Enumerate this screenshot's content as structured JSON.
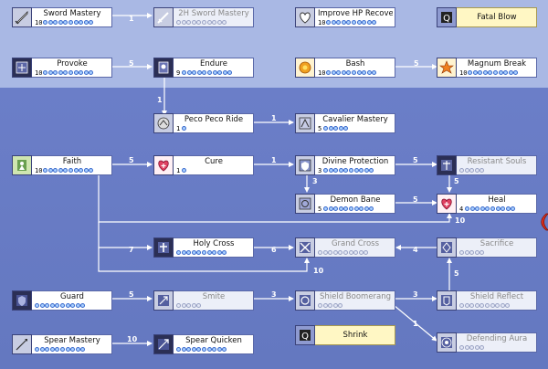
{
  "skills": [
    {
      "id": "sword-mastery",
      "name": "Sword Mastery",
      "level": "10",
      "max": 10,
      "state": "active",
      "icon": "sword-icon"
    },
    {
      "id": "2h-sword-mastery",
      "name": "2H Sword Mastery",
      "level": "",
      "max": 10,
      "state": "disabled",
      "icon": "two-hand-sword-icon"
    },
    {
      "id": "improve-hp-recovery",
      "name": "Improve HP Recovery",
      "level": "10",
      "max": 10,
      "state": "active",
      "icon": "heart-recovery-icon"
    },
    {
      "id": "fatal-blow",
      "name": "Fatal Blow",
      "level": "",
      "max": 0,
      "state": "quest",
      "icon": "quest-skill-icon"
    },
    {
      "id": "provoke",
      "name": "Provoke",
      "level": "10",
      "max": 10,
      "state": "active",
      "icon": "provoke-icon"
    },
    {
      "id": "endure",
      "name": "Endure",
      "level": "9",
      "max": 10,
      "state": "active",
      "icon": "endure-icon"
    },
    {
      "id": "bash",
      "name": "Bash",
      "level": "10",
      "max": 10,
      "state": "active",
      "icon": "bash-icon"
    },
    {
      "id": "magnum-break",
      "name": "Magnum Break",
      "level": "10",
      "max": 10,
      "state": "active",
      "icon": "magnum-break-icon"
    },
    {
      "id": "peco-peco-ride",
      "name": "Peco Peco Ride",
      "level": "1",
      "max": 1,
      "state": "active",
      "icon": "peco-ride-icon"
    },
    {
      "id": "cavalier-mastery",
      "name": "Cavalier Mastery",
      "level": "5",
      "max": 5,
      "state": "active",
      "icon": "cavalier-icon"
    },
    {
      "id": "faith",
      "name": "Faith",
      "level": "10",
      "max": 10,
      "state": "active",
      "icon": "faith-icon"
    },
    {
      "id": "cure",
      "name": "Cure",
      "level": "1",
      "max": 1,
      "state": "active",
      "icon": "cure-heart-icon"
    },
    {
      "id": "divine-protection",
      "name": "Divine Protection",
      "level": "3",
      "max": 10,
      "state": "active",
      "icon": "divine-protection-icon"
    },
    {
      "id": "resistant-souls",
      "name": "Resistant Souls",
      "level": "",
      "max": 5,
      "state": "disabled",
      "icon": "resistant-souls-icon"
    },
    {
      "id": "demon-bane",
      "name": "Demon Bane",
      "level": "5",
      "max": 10,
      "state": "active",
      "icon": "demon-bane-icon"
    },
    {
      "id": "heal",
      "name": "Heal",
      "level": "4",
      "max": 10,
      "state": "active",
      "icon": "heal-heart-icon"
    },
    {
      "id": "holy-cross",
      "name": "Holy Cross",
      "level": "",
      "max": 10,
      "state": "active",
      "icon": "holy-cross-icon"
    },
    {
      "id": "grand-cross",
      "name": "Grand Cross",
      "level": "",
      "max": 10,
      "state": "disabled",
      "icon": "grand-cross-icon"
    },
    {
      "id": "sacrifice",
      "name": "Sacrifice",
      "level": "",
      "max": 5,
      "state": "disabled",
      "icon": "sacrifice-icon"
    },
    {
      "id": "guard",
      "name": "Guard",
      "level": "",
      "max": 10,
      "state": "active",
      "icon": "guard-icon"
    },
    {
      "id": "smite",
      "name": "Smite",
      "level": "",
      "max": 5,
      "state": "disabled",
      "icon": "smite-icon"
    },
    {
      "id": "shield-boomerang",
      "name": "Shield Boomerang",
      "level": "",
      "max": 5,
      "state": "disabled",
      "icon": "shield-boomerang-icon"
    },
    {
      "id": "shield-reflect",
      "name": "Shield Reflect",
      "level": "",
      "max": 10,
      "state": "disabled",
      "icon": "shield-reflect-icon"
    },
    {
      "id": "shrink",
      "name": "Shrink",
      "level": "",
      "max": 0,
      "state": "quest",
      "icon": "quest-skill-icon"
    },
    {
      "id": "defending-aura",
      "name": "Defending Aura",
      "level": "",
      "max": 5,
      "state": "disabled",
      "icon": "defending-aura-icon"
    },
    {
      "id": "spear-mastery",
      "name": "Spear Mastery",
      "level": "",
      "max": 10,
      "state": "active",
      "icon": "spear-icon"
    },
    {
      "id": "spear-quicken",
      "name": "Spear Quicken",
      "level": "",
      "max": 10,
      "state": "active",
      "icon": "spear-quicken-icon"
    }
  ],
  "requirement_labels": {
    "sword_mastery_to_2h": "1",
    "improve_hp_bash": "5",
    "provoke_endure": "5",
    "endure_peco": "1",
    "peco_cavalier": "1",
    "faith_cure": "5",
    "cure_divine": "1",
    "divine_resistant": "5",
    "divine_demon": "3",
    "resistant_heal": "5",
    "demon_heal": "5",
    "faith_heal": "10",
    "faith_holy_cross": "7",
    "holy_grand": "6",
    "faith_grand": "10",
    "sacrifice_grand": "4",
    "reflect_sacrifice": "5",
    "guard_smite": "5",
    "smite_boomerang": "3",
    "boomerang_reflect": "3",
    "boomerang_aura": "1",
    "spear_quicken": "10"
  },
  "colors": {
    "background_top": "#a9b8e4",
    "background_bottom": "#6478c0",
    "pip_filled": "#a9d0ff",
    "quest_box": "#fff7c4",
    "line": "#ffffff"
  }
}
